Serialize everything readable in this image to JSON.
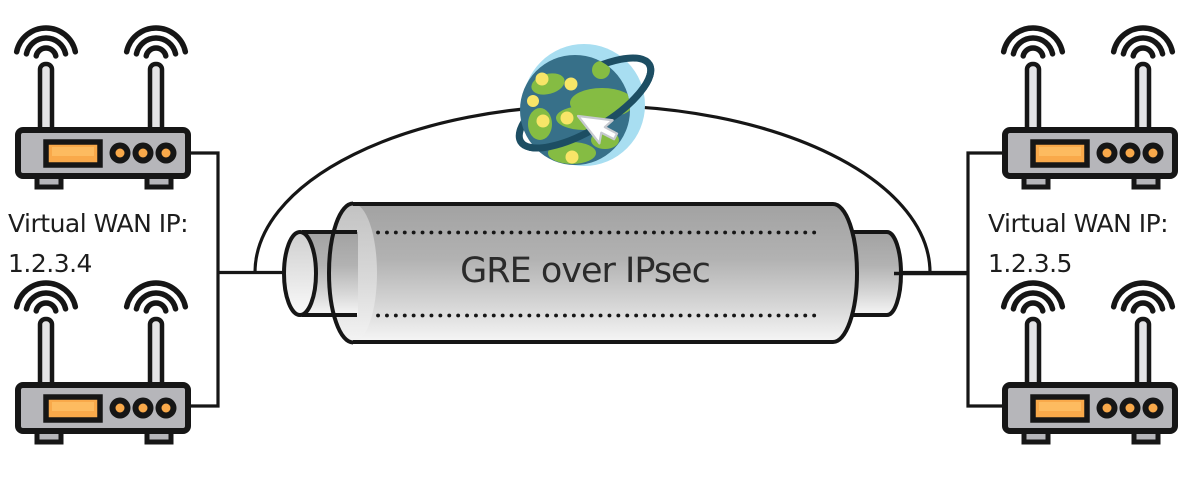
{
  "diagram": {
    "left_site": {
      "label": "Virtual WAN IP:",
      "ip": "1.2.3.4"
    },
    "right_site": {
      "label": "Virtual WAN IP:",
      "ip": "1.2.3.5"
    },
    "tunnel": {
      "label": "GRE over IPsec"
    },
    "icons": {
      "routers": "wireless-router-icon",
      "internet": "internet-globe-icon",
      "pointer": "mouse-cursor-icon",
      "signal": "wifi-signal-icon"
    },
    "colors": {
      "outline": "#161616",
      "router_body_gray": "#b6b6ba",
      "accent_orange": "#f9a94a",
      "tunnel_gray": "#b2b2b2",
      "globe_background_blue": "#a8def1",
      "planet_teal": "#377089",
      "land_green": "#85bc43",
      "dot_yellow": "#f8e568",
      "orbit_ring_teal": "#1d4e63"
    }
  }
}
